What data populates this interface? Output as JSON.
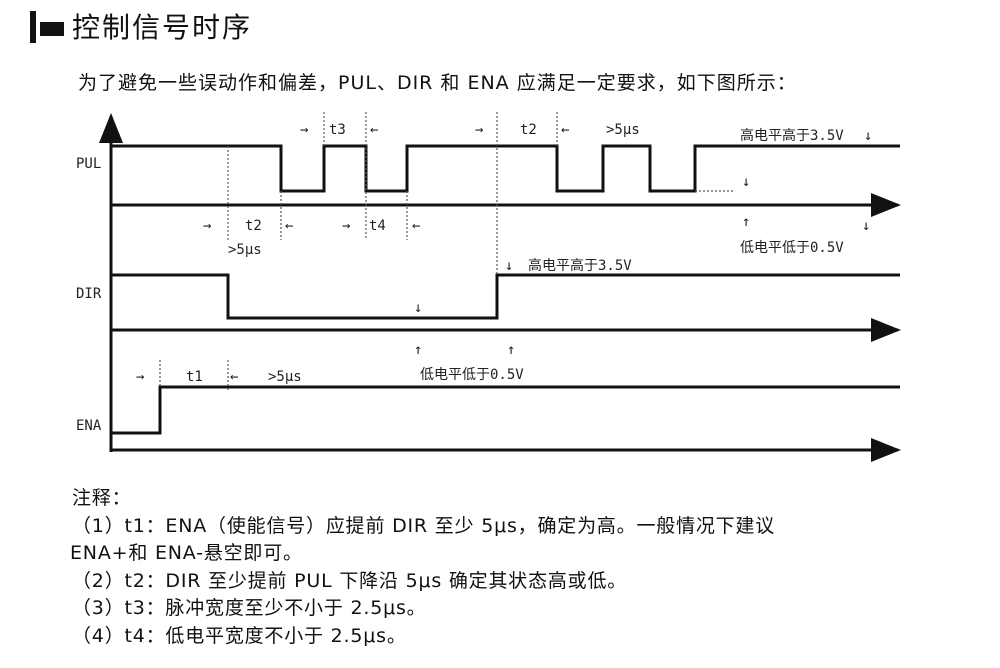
{
  "title": "控制信号时序",
  "intro": "为了避免一些误动作和偏差，PUL、DIR 和 ENA 应满足一定要求，如下图所示：",
  "diagram": {
    "signals": {
      "pul": "PUL",
      "dir": "DIR",
      "ena": "ENA"
    },
    "labels": {
      "t1": "t1",
      "t2": "t2",
      "t3": "t3",
      "t4": "t4",
      "gt5us": ">5μs",
      "high": "高电平高于3.5V",
      "low": "低电平低于0.5V"
    },
    "arrow_right": "→",
    "arrow_left": "←",
    "arrow_down": "↓",
    "arrow_up": "↑"
  },
  "notes": {
    "heading": "注释：",
    "lines": [
      "（1）t1：ENA（使能信号）应提前 DIR 至少 5μs，确定为高。一般情况下建议",
      "ENA+和 ENA-悬空即可。",
      "（2）t2：DIR 至少提前 PUL 下降沿 5μs 确定其状态高或低。",
      "（3）t3：脉冲宽度至少不小于 2.5μs。",
      "（4）t4：低电平宽度不小于 2.5μs。"
    ]
  }
}
